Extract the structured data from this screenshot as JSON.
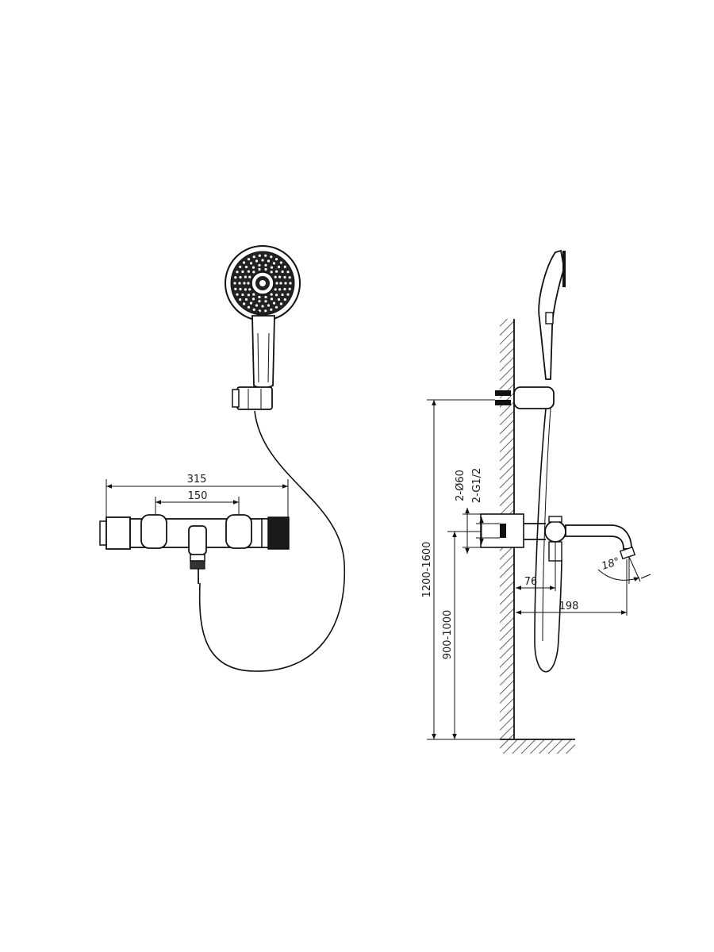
{
  "front_view": {
    "overall_width_label": "315",
    "centers_label": "150"
  },
  "side_view": {
    "inlet_diameter_label": "2-Ø60",
    "inlet_thread_label": "2-G1/2",
    "height_range_holder_label": "1200-1600",
    "height_range_mixer_label": "900-1000",
    "wall_to_spout_center_label": "76",
    "spout_reach_label": "198",
    "spout_angle_label": "18°"
  },
  "colors": {
    "line": "#111111",
    "hatch": "#222222"
  }
}
